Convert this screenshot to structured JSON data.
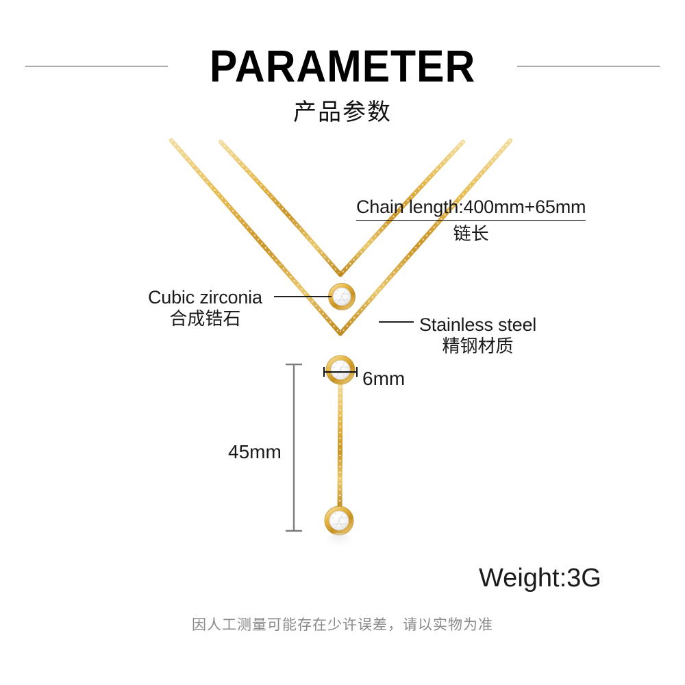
{
  "header": {
    "title": "PARAMETER",
    "subtitle": "产品参数",
    "rule_color": "#3b3b42"
  },
  "callouts": {
    "chain_length": {
      "en": "Chain length:400mm+65mm",
      "cn": "链长",
      "leader": "underline"
    },
    "cubic_zirconia": {
      "en": "Cubic zirconia",
      "cn": "合成锆石",
      "leader": "line-to-right"
    },
    "stainless_steel": {
      "en": "Stainless steel",
      "cn": "精钢材质",
      "leader": "line-to-left"
    }
  },
  "dimensions": {
    "stone_width": "6mm",
    "drop_length": "45mm",
    "dim_line_color": "#7d7d7d",
    "leader_color": "#000000"
  },
  "weight": {
    "label": "Weight:3G"
  },
  "footnote": {
    "text": "因人工测量可能存在少许误差，请以实物为准",
    "color": "#8a8a8a"
  },
  "product": {
    "name": "layered-lariat-necklace",
    "gold_dark": "#c08a20",
    "gold_mid": "#e0ae3e",
    "gold_light": "#f6e0a2",
    "stone_fill": "#fdfdfd",
    "stone_edge": "#d8d8d8",
    "stone_count": 3,
    "background": "#ffffff"
  }
}
